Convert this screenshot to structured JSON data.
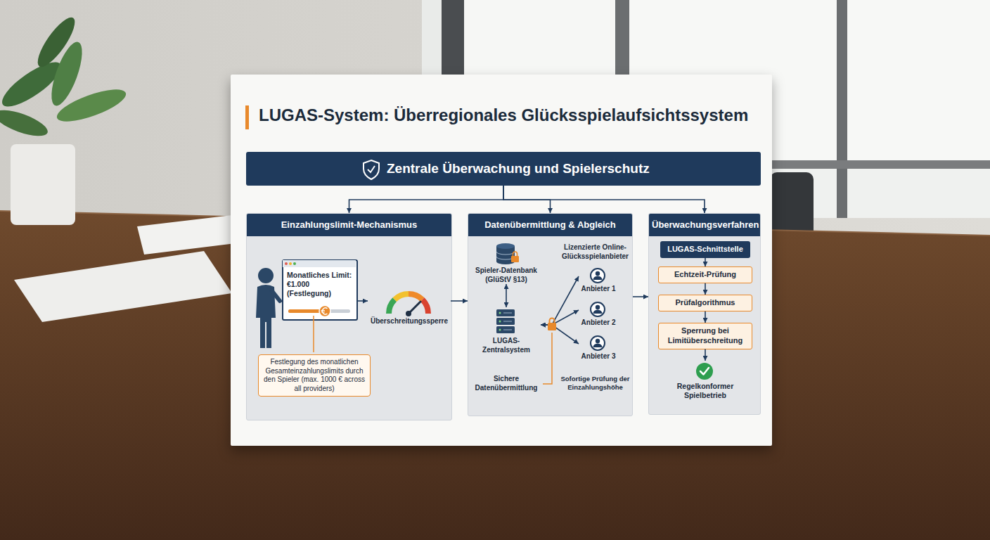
{
  "diagram": {
    "title": "LUGAS-System: Überregionales Glücksspielaufsichtssystem",
    "nodes": [
      {
        "text": [
          "Zentrale Überwachung und Spielerschutz"
        ]
      },
      {
        "text": [
          "Einzahlungslimit-Mechanismus"
        ]
      },
      {
        "text": [
          "Monatliches Limit: €1.000 (Festlegung)"
        ],
        "in": 1
      },
      {
        "text": [
          "Überschreitungssperre"
        ],
        "in": 1
      },
      {
        "text": [
          "Festlegung des monatlichen Gesamteinzahlungslimits durch den Spieler (max. 1000 € across all providers)"
        ],
        "in": 1
      },
      {
        "text": [
          "Datenübermittlung & Abgleich"
        ]
      },
      {
        "text": [
          "Spieler-Datenbank (GlüStV §13)"
        ],
        "in": 5
      },
      {
        "text": [
          "LUGAS-Zentralsystem"
        ],
        "in": 5
      },
      {
        "text": [
          "Anbieter 1"
        ],
        "in": 5
      },
      {
        "text": [
          "Anbieter 2"
        ],
        "in": 5
      },
      {
        "text": [
          "Anbieter 3"
        ],
        "in": 5
      },
      {
        "text": [
          "Überwachungsverfahren"
        ]
      },
      {
        "text": [
          "LUGAS-Schnittstelle"
        ],
        "in": 11
      },
      {
        "text": [
          "Echtzeit-Prüfung"
        ],
        "in": 11
      },
      {
        "text": [
          "Prüfalgorithmus"
        ],
        "in": 11
      },
      {
        "text": [
          "Sperrung bei Limitüberschreitung"
        ],
        "in": 11
      },
      {
        "text": [
          "Regelkonformer Spielbetrieb"
        ],
        "in": 11
      }
    ],
    "edges": [
      {
        "from": 0,
        "to": 1,
        "arrow": "to"
      },
      {
        "from": 0,
        "to": 5,
        "arrow": "to"
      },
      {
        "from": 0,
        "to": 11,
        "arrow": "to"
      },
      {
        "from": 2,
        "to": 3,
        "arrow": "to"
      },
      {
        "from": 3,
        "to": 5,
        "arrow": "to"
      },
      {
        "from": 6,
        "to": 7,
        "arrow": "both"
      },
      {
        "from": 7,
        "to": 8,
        "arrow": "both"
      },
      {
        "from": 7,
        "to": 9,
        "arrow": "both"
      },
      {
        "from": 7,
        "to": 10,
        "arrow": "both"
      },
      {
        "from": 5,
        "to": 11,
        "arrow": "to"
      },
      {
        "from": 12,
        "to": 13,
        "arrow": "to"
      },
      {
        "from": 13,
        "to": 14,
        "arrow": "to"
      },
      {
        "from": 14,
        "to": 15,
        "arrow": "to"
      },
      {
        "from": 15,
        "to": 16,
        "arrow": "to"
      }
    ],
    "labels": [
      "Lizenzierte Online-Glücksspielanbieter",
      "Sichere Datenübermittlung",
      "Sofortige Prüfung der Einzahlungshöhe"
    ]
  }
}
